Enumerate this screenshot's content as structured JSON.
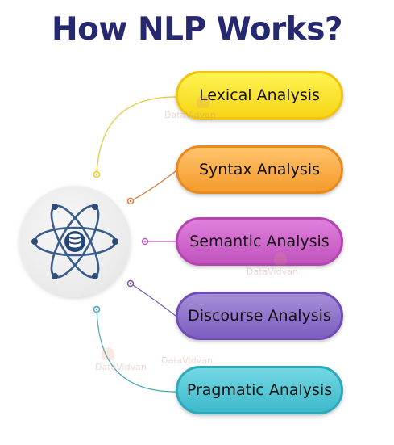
{
  "title": "How NLP Works?",
  "steps": [
    {
      "label": "Lexical Analysis",
      "color_top": "#fff350",
      "color_bottom": "#f6d518",
      "border": "#f2c40d",
      "line": "#e6c536"
    },
    {
      "label": "Syntax Analysis",
      "color_top": "#ffc36c",
      "color_bottom": "#f59b2c",
      "border": "#ea8a1c",
      "line": "#d27a3c"
    },
    {
      "label": "Semantic Analysis",
      "color_top": "#e080dc",
      "color_bottom": "#c153bf",
      "border": "#b544b2",
      "line": "#c05cbf"
    },
    {
      "label": "Discourse Analysis",
      "color_top": "#a68ed8",
      "color_bottom": "#7d5ec0",
      "border": "#6e4eb4",
      "line": "#7a5aa8"
    },
    {
      "label": "Pragmatic Analysis",
      "color_top": "#74d8e4",
      "color_bottom": "#3cb9cb",
      "border": "#2ea9bc",
      "line": "#4aa7b8"
    }
  ],
  "center_icon": "atom-database-icon",
  "watermark": "DataVidvan"
}
